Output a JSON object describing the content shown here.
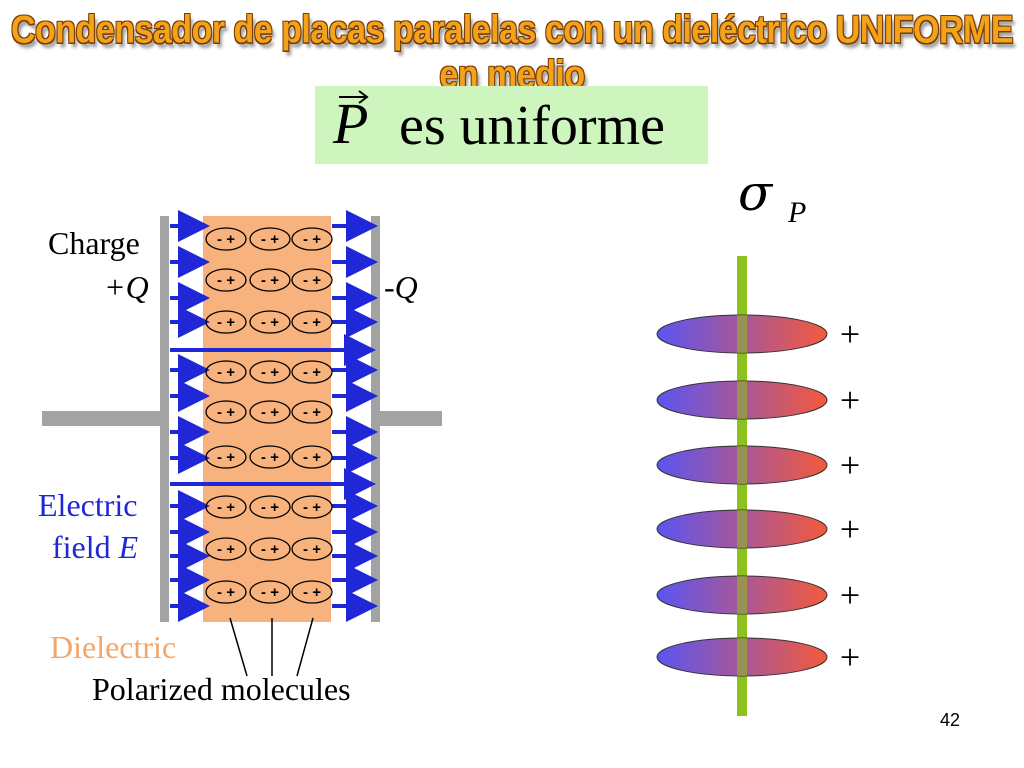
{
  "title": "Condensador de placas paralelas con un dieléctrico UNIFORME en medio",
  "polarization_box": {
    "symbol": "P",
    "text": "es uniforme"
  },
  "sigma": {
    "symbol": "σ",
    "subscript": "P"
  },
  "capacitor": {
    "charge_label": "Charge",
    "plus_q": "+Q",
    "minus_q": "-Q",
    "electric_label_line1": "Electric",
    "electric_label_line2": "field",
    "field_symbol": "E",
    "dielectric_label": "Dielectric",
    "molecules_label": "Polarized molecules",
    "molecule_text": "- +",
    "colors": {
      "dielectric": "#f7b27d",
      "plate": "#a3a3a3",
      "arrow": "#1f27d6",
      "dielectric_label": "#f3a66a"
    }
  },
  "dipoles": {
    "count": 6,
    "charge_sign": "+",
    "rod_color": "#8cc21d"
  },
  "page_number": "42"
}
